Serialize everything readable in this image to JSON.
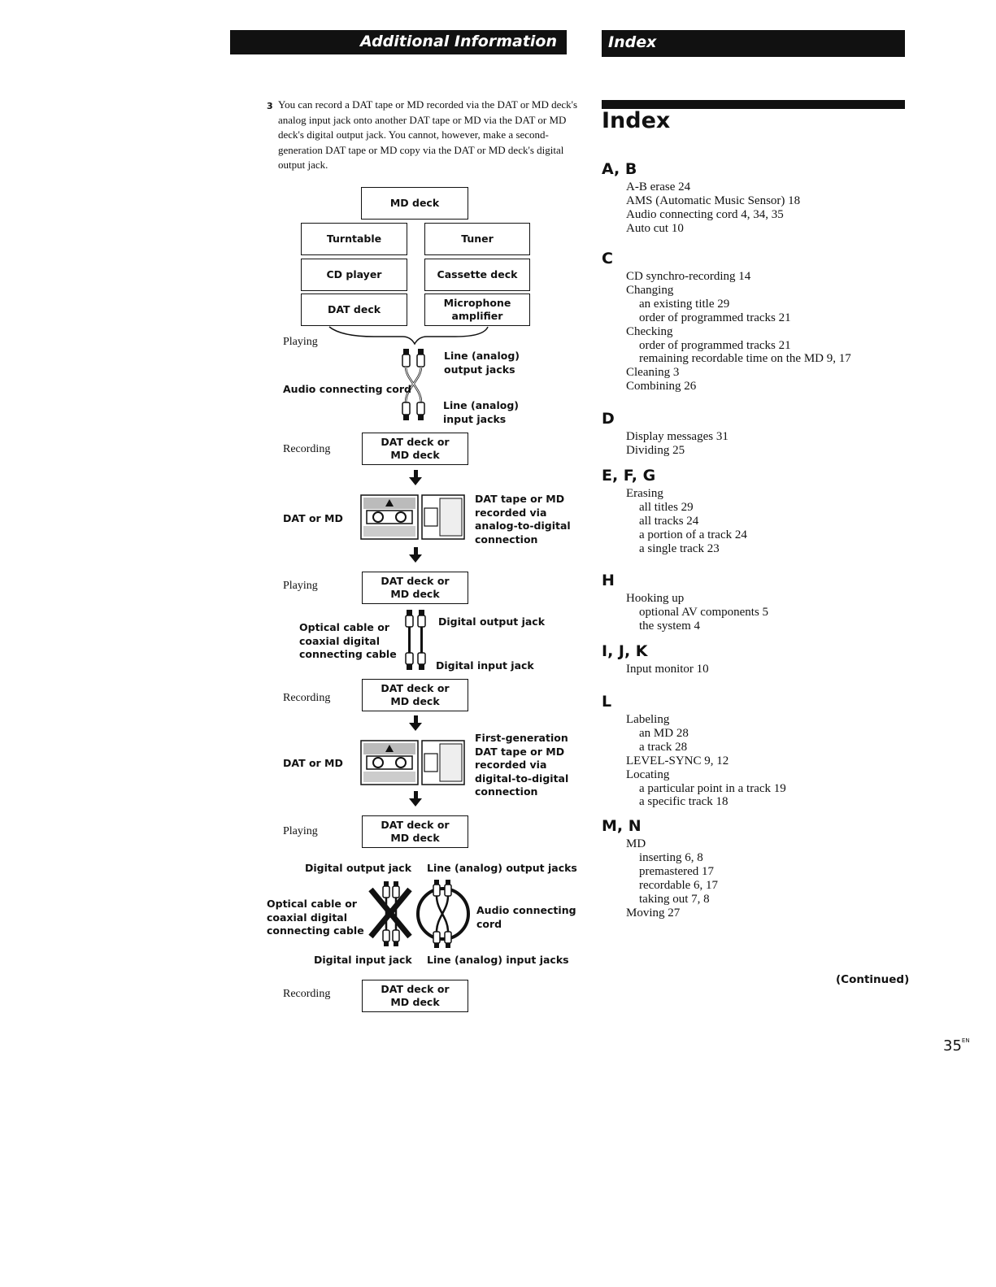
{
  "header": {
    "left_title": "Additional Information",
    "right_title": "Index"
  },
  "step": {
    "number": "3",
    "text": "You can record a DAT tape or MD recorded via the DAT or MD deck's analog input jack onto another DAT tape or MD via the DAT or MD deck's digital output jack. You cannot, however, make a second-generation DAT tape or MD copy via the DAT or MD deck's digital output jack."
  },
  "diagram": {
    "boxes": {
      "md_deck_top": "MD deck",
      "turntable": "Turntable",
      "tuner": "Tuner",
      "cd_player": "CD player",
      "cassette_deck": "Cassette deck",
      "dat_deck": "DAT deck",
      "mic_amp_1": "Microphone",
      "mic_amp_2": "amplifier",
      "datmd_1": "DAT deck or",
      "datmd_2": "MD deck"
    },
    "labels": {
      "playing": "Playing",
      "recording": "Recording",
      "audio_cord": "Audio connecting cord",
      "line_out_1": "Line (analog)",
      "line_out_2": "output jacks",
      "line_in_1": "Line (analog)",
      "line_in_2": "input jacks",
      "dat_or_md": "DAT or MD",
      "analog_media_1": "DAT tape or MD",
      "analog_media_2": "recorded via",
      "analog_media_3": "analog-to-digital",
      "analog_media_4": "connection",
      "optical_1": "Optical cable or",
      "optical_2": "coaxial digital",
      "optical_3": "connecting cable",
      "digital_out": "Digital output jack",
      "digital_in": "Digital input jack",
      "first_gen_1": "First-generation",
      "first_gen_2": "DAT tape or MD",
      "first_gen_3": "recorded via",
      "first_gen_4": "digital-to-digital",
      "first_gen_5": "connection",
      "line_out_jacks": "Line (analog) output jacks",
      "line_in_jacks": "Line (analog) input jacks",
      "audio_conn_1": "Audio connecting",
      "audio_conn_2": "cord"
    }
  },
  "index": {
    "title": "Index",
    "sections": [
      {
        "letter": "A, B",
        "entries": [
          {
            "text": "A-B erase  24",
            "level": 0
          },
          {
            "text": "AMS (Automatic Music Sensor)  18",
            "level": 0
          },
          {
            "text": "Audio connecting cord  4, 34, 35",
            "level": 0
          },
          {
            "text": "Auto cut  10",
            "level": 0
          }
        ]
      },
      {
        "letter": "C",
        "entries": [
          {
            "text": "CD synchro-recording  14",
            "level": 0
          },
          {
            "text": "Changing",
            "level": 0
          },
          {
            "text": "an existing title  29",
            "level": 1
          },
          {
            "text": "order of programmed tracks  21",
            "level": 1
          },
          {
            "text": "Checking",
            "level": 0
          },
          {
            "text": "order of programmed tracks  21",
            "level": 1
          },
          {
            "text": "remaining recordable time on the MD  9, 17",
            "level": 1
          },
          {
            "text": "Cleaning  3",
            "level": 0
          },
          {
            "text": "Combining  26",
            "level": 0
          }
        ]
      },
      {
        "letter": "D",
        "entries": [
          {
            "text": "Display messages  31",
            "level": 0
          },
          {
            "text": "Dividing  25",
            "level": 0
          }
        ]
      },
      {
        "letter": "E, F, G",
        "entries": [
          {
            "text": "Erasing",
            "level": 0
          },
          {
            "text": "all titles  29",
            "level": 1
          },
          {
            "text": "all tracks  24",
            "level": 1
          },
          {
            "text": "a portion of a track  24",
            "level": 1
          },
          {
            "text": "a single track  23",
            "level": 1
          }
        ]
      },
      {
        "letter": "H",
        "entries": [
          {
            "text": "Hooking up",
            "level": 0
          },
          {
            "text": "optional AV components  5",
            "level": 1
          },
          {
            "text": "the system  4",
            "level": 1
          }
        ]
      },
      {
        "letter": "I, J, K",
        "entries": [
          {
            "text": "Input monitor  10",
            "level": 0
          }
        ]
      },
      {
        "letter": "L",
        "entries": [
          {
            "text": "Labeling",
            "level": 0
          },
          {
            "text": "an MD  28",
            "level": 1
          },
          {
            "text": "a track  28",
            "level": 1
          },
          {
            "text": "LEVEL-SYNC  9, 12",
            "level": 0
          },
          {
            "text": "Locating",
            "level": 0
          },
          {
            "text": "a particular point in a track  19",
            "level": 1
          },
          {
            "text": "a specific track  18",
            "level": 1
          }
        ]
      },
      {
        "letter": "M, N",
        "entries": [
          {
            "text": "MD",
            "level": 0
          },
          {
            "text": "inserting  6, 8",
            "level": 1
          },
          {
            "text": "premastered  17",
            "level": 1
          },
          {
            "text": "recordable  6, 17",
            "level": 1
          },
          {
            "text": "taking out  7, 8",
            "level": 1
          },
          {
            "text": "Moving  27",
            "level": 0
          }
        ]
      }
    ]
  },
  "footer": {
    "continued": "(Continued)",
    "page_number": "35",
    "page_suffix": "EN"
  }
}
